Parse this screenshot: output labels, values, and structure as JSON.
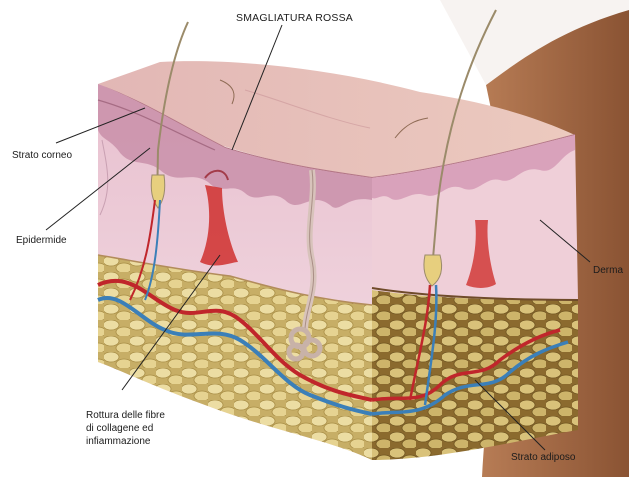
{
  "title": "SMAGLIATURA ROSSA",
  "labels": {
    "strato_corneo": "Strato corneo",
    "epidermide": "Epidermide",
    "rottura_1": "Rottura delle fibre",
    "rottura_2": "di collagene ed",
    "rottura_3": "infiammazione",
    "derma": "Derma",
    "strato_adiposo": "Strato adiposo"
  },
  "colors": {
    "epidermis": "#d8a4bb",
    "dermis": "#efd2dc",
    "fat": "#dcc98a",
    "artery": "#c0262b",
    "vein": "#3b7fb8",
    "stretch_mark": "#cf2f2e",
    "skin_tone": "#9a6240"
  }
}
